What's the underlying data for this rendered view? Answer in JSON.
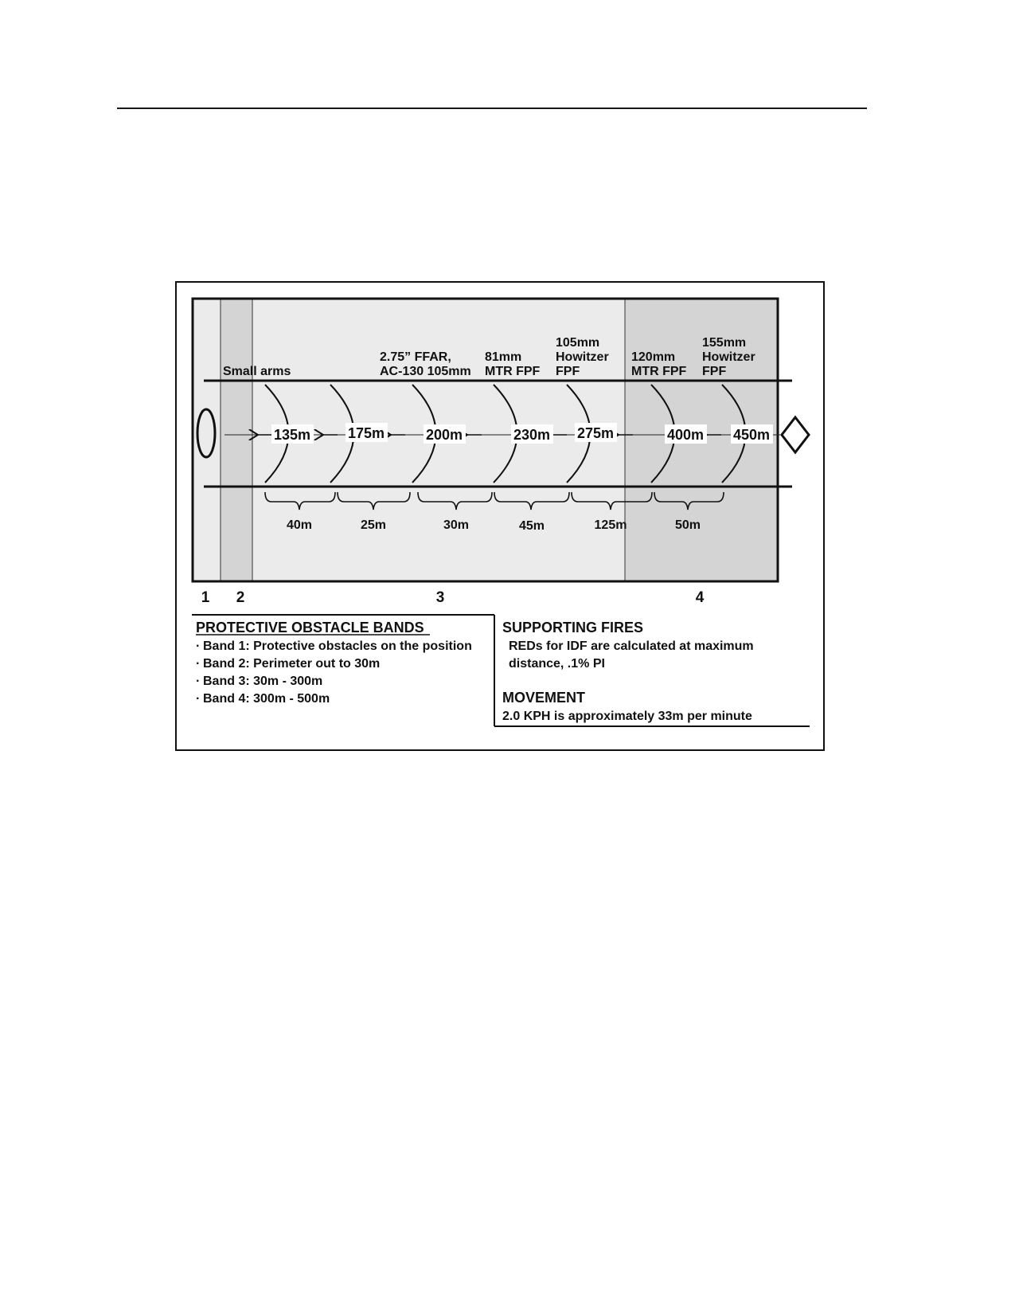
{
  "page": {
    "background": "#ffffff"
  },
  "diagram": {
    "colors": {
      "band_light": "#ebebeb",
      "band_dark": "#d4d4d4",
      "ink": "#111111"
    },
    "weapons": [
      {
        "id": "small-arms",
        "lines": [
          "Small arms"
        ]
      },
      {
        "id": "ffar",
        "lines": [
          "2.75” FFAR,",
          "AC-130 105mm"
        ]
      },
      {
        "id": "81mm",
        "lines": [
          "81mm",
          "MTR FPF"
        ]
      },
      {
        "id": "105mm",
        "lines": [
          "105mm",
          "Howitzer",
          "FPF"
        ]
      },
      {
        "id": "120mm",
        "lines": [
          "120mm",
          "MTR FPF"
        ]
      },
      {
        "id": "155mm",
        "lines": [
          "155mm",
          "Howitzer",
          "FPF"
        ]
      }
    ],
    "distances": [
      "135m",
      "175m",
      "200m",
      "230m",
      "275m",
      "400m",
      "450m"
    ],
    "gaps": [
      "40m",
      "25m",
      "30m",
      "45m",
      "125m",
      "50m"
    ],
    "band_numbers": [
      "1",
      "2",
      "3",
      "4"
    ],
    "icons": {
      "friendly_position": "ellipse-icon",
      "enemy": "diamond-icon"
    }
  },
  "legend": {
    "obstacles": {
      "title": "PROTECTIVE OBSTACLE BANDS",
      "items": [
        "Band 1: Protective obstacles on the position",
        "Band 2: Perimeter out to 30m",
        "Band 3: 30m - 300m",
        "Band 4: 300m - 500m"
      ]
    },
    "fires": {
      "title": "SUPPORTING FIRES",
      "lines": [
        "REDs for IDF are calculated at maximum",
        "distance, .1% PI"
      ]
    },
    "movement": {
      "title": "MOVEMENT",
      "text": "2.0 KPH is approximately 33m per minute"
    }
  }
}
